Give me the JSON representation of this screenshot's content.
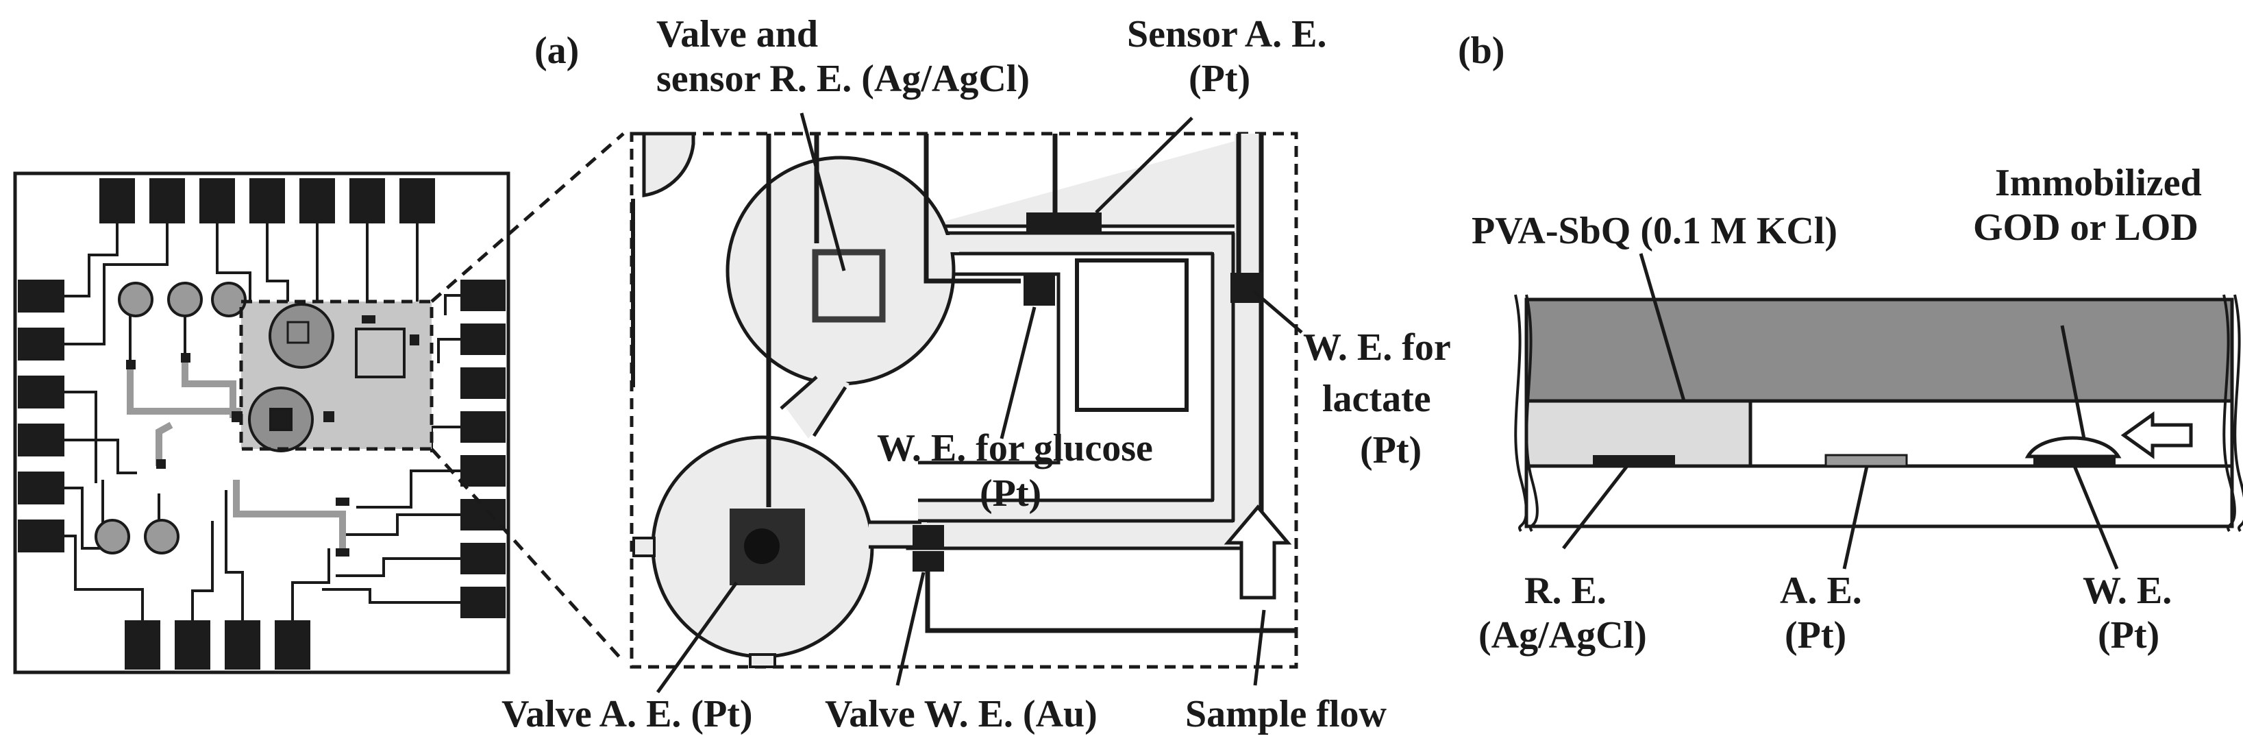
{
  "panels": {
    "a": "(a)",
    "b": "(b)"
  },
  "labels_a": {
    "valve_sensor_re_line1": "Valve and",
    "valve_sensor_re_line2": "sensor R. E. (Ag/AgCl)",
    "sensor_ae_line1": "Sensor A. E.",
    "sensor_ae_line2": "(Pt)",
    "we_glucose_line1": "W. E. for glucose",
    "we_glucose_line2": "(Pt)",
    "we_lactate_line1": "W. E. for",
    "we_lactate_line2": "lactate",
    "we_lactate_line3": "(Pt)",
    "valve_ae": "Valve A. E. (Pt)",
    "valve_we": "Valve W. E. (Au)",
    "sample_flow": "Sample flow"
  },
  "labels_b": {
    "pva_sbq": "PVA-SbQ (0.1 M KCl)",
    "immobilized_line1": "Immobilized",
    "immobilized_line2": "GOD or LOD",
    "re_line1": "R. E.",
    "re_line2": "(Ag/AgCl)",
    "ae_line1": "A. E.",
    "ae_line2": "(Pt)",
    "we_line1": "W. E.",
    "we_line2": "(Pt)"
  },
  "colors": {
    "ink": "#1a1a1a",
    "pad": "#1c1c1c",
    "light_fill": "#ececec",
    "mid_fill": "#9a9a9a",
    "dark_layer": "#8c8c8c",
    "gel_fill": "#dcdcdc"
  }
}
